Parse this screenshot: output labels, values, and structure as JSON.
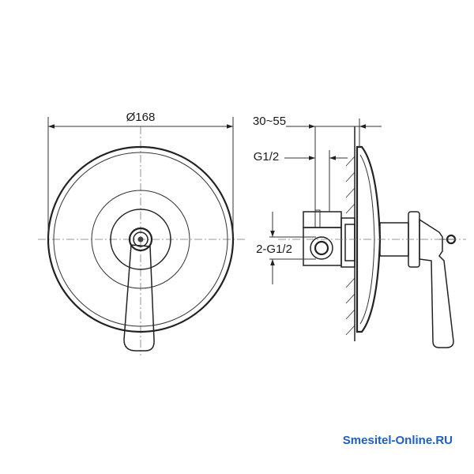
{
  "front_view": {
    "diameter_label": "Ø168"
  },
  "side_view": {
    "depth_label": "30~55",
    "outlet_label": "G1/2",
    "inlet_label": "2-G1/2"
  },
  "watermark": "Smesitel-Online.RU"
}
